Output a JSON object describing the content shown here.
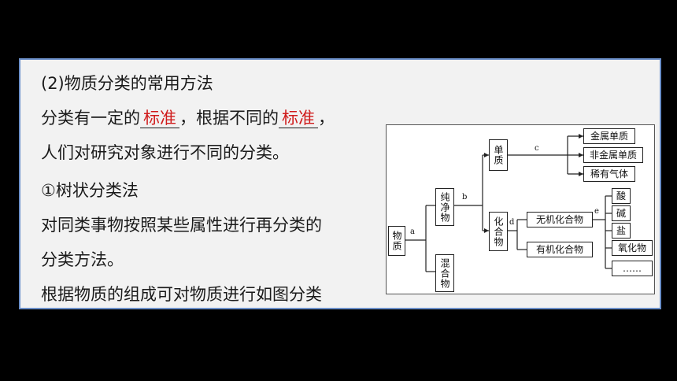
{
  "lines": {
    "heading": "(2)物质分类的常用方法",
    "l2_a": "分类有一定的",
    "l2_blank1": "标准",
    "l2_b": "，根据不同的",
    "l2_blank2": "标准",
    "l2_c": "，",
    "l3": "人们对研究对象进行不同的分类。",
    "l4": "①树状分类法",
    "l5": "对同类事物按照某些属性进行再分类的",
    "l6": "分类方法。",
    "l7": "根据物质的组成可对物质进行如图分类"
  },
  "diagram": {
    "root": "物质",
    "pure": "纯净物",
    "mixture": "混合物",
    "element": "单质",
    "compound": "化合物",
    "metal": "金属单质",
    "nonmetal": "非金属单质",
    "noble_gas": "稀有气体",
    "inorganic": "无机化合物",
    "organic": "有机化合物",
    "acid": "酸",
    "base": "碱",
    "salt": "盐",
    "oxide": "氧化物",
    "more": "……",
    "label_a": "a",
    "label_b": "b",
    "label_c": "c",
    "label_d": "d",
    "label_e": "e"
  }
}
